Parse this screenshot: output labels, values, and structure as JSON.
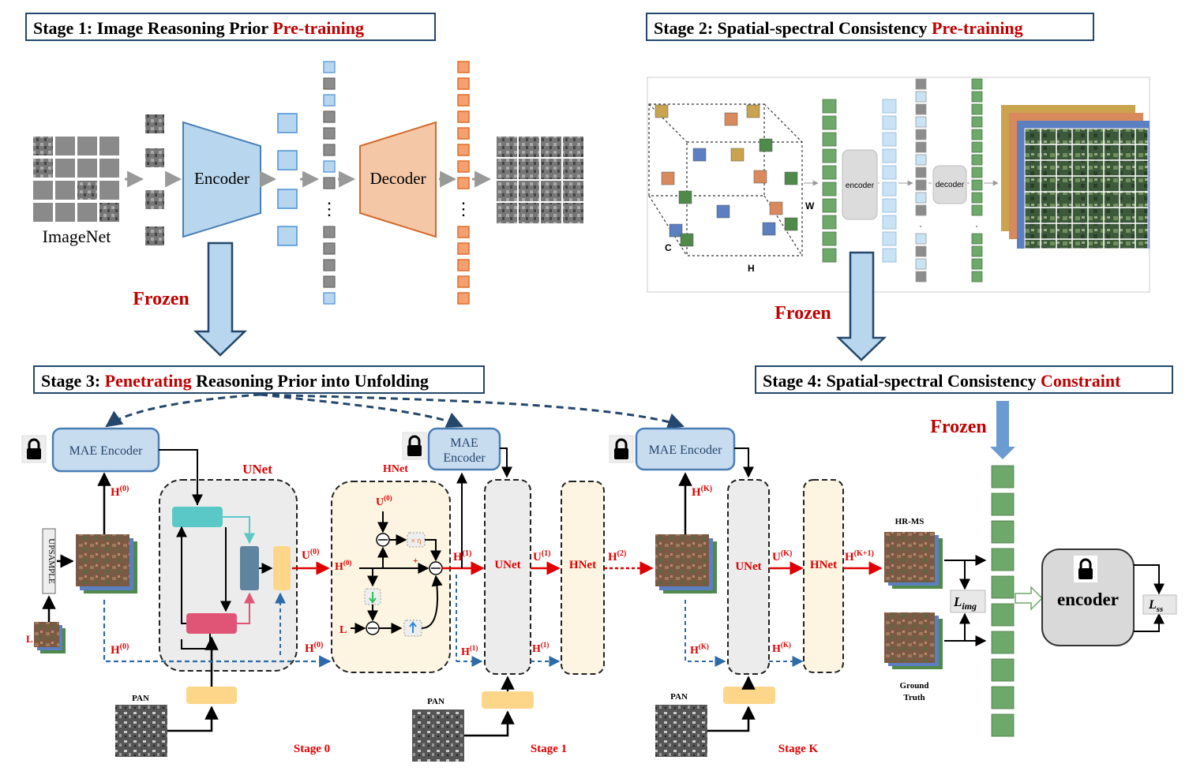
{
  "stages": {
    "s1": {
      "prefix": "Stage 1: Image Reasoning Prior ",
      "highlight": "Pre-training",
      "suffix": ""
    },
    "s2": {
      "prefix": "Stage 2: Spatial-spectral Consistency ",
      "highlight": "Pre-training",
      "suffix": ""
    },
    "s3": {
      "prefix": "Stage 3: ",
      "highlight": "Penetrating",
      "suffix": " Reasoning Prior into Unfolding"
    },
    "s4": {
      "prefix": "Stage 4: Spatial-spectral Consistency ",
      "highlight": "Constraint",
      "suffix": ""
    }
  },
  "stage1": {
    "encoder": "Encoder",
    "decoder": "Decoder",
    "dataset": "ImageNet",
    "dots": "⋮"
  },
  "stage2": {
    "encoder": "encoder",
    "decoder": "decoder",
    "w": "W",
    "h": "H",
    "c": "C",
    "dots": "·"
  },
  "frozen": "Frozen",
  "mae": {
    "enc1": "MAE Encoder",
    "enc2a": "MAE",
    "enc2b": "Encoder",
    "enc3": "MAE Encoder"
  },
  "unet": "UNet",
  "hnet": "HNet",
  "upsample": "UPSAMPLE",
  "vars": {
    "h0": "H",
    "h0sup": "(0)",
    "h1": "H",
    "h1sup": "(1)",
    "h2": "H",
    "h2sup": "(2)",
    "hk": "H",
    "hksup": "(K)",
    "hk1": "H",
    "hk1sup": "(K+1)",
    "u0": "U",
    "u0sup": "(0)",
    "u1": "U",
    "u1sup": "(1)",
    "uk": "U",
    "uksup": "(K)",
    "l": "L",
    "plus": "+",
    "times": "× η",
    "minus": "⊖"
  },
  "labels": {
    "pan": "PAN",
    "stage0": "Stage 0",
    "stage1": "Stage 1",
    "stagek": "Stage K",
    "hrms": "HR-MS",
    "gt1": "Ground",
    "gt2": "Truth",
    "limg": "L",
    "limgsub": "img",
    "lss": "L",
    "lsssub": "ss",
    "encoder": "encoder"
  },
  "colors": {
    "red": "#c00000",
    "navy": "#24476b",
    "encfill": "#a9c6e8",
    "decfill": "#f4c7a6",
    "teal": "#5bc8c8",
    "pink": "#e05575",
    "slate": "#5f84a0",
    "yellow": "#fdd68a",
    "green": "#6ea86a",
    "lightblue": "#b8d7ee",
    "gray": "#8c8c8c",
    "orange": "#e26e2a"
  }
}
